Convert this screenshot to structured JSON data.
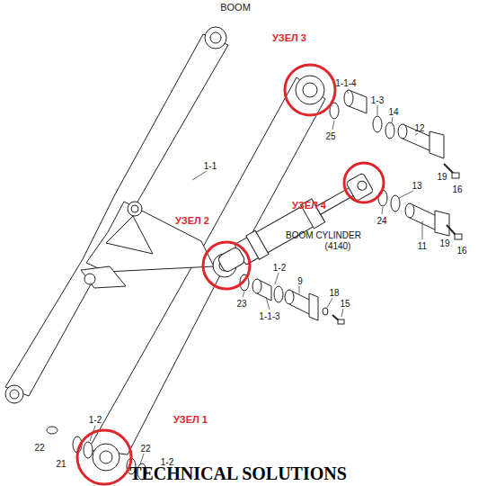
{
  "diagram": {
    "title": "BOOM",
    "labels": [
      "УЗЕЛ 3",
      "1-1-4",
      "1-3",
      "14",
      "12",
      "25",
      "19",
      "16",
      "1-1",
      "УЗЕЛ 4",
      "13",
      "24",
      "11",
      "19",
      "16",
      "BOOM CYLINDER",
      "(4140)",
      "УЗЕЛ 2",
      "1-2",
      "23",
      "1-1-3",
      "9",
      "18",
      "15",
      "УЗЕЛ 1",
      "1-2",
      "22",
      "21",
      "22",
      "1-2",
      "TECHNICAL SOLUTIONS"
    ]
  }
}
